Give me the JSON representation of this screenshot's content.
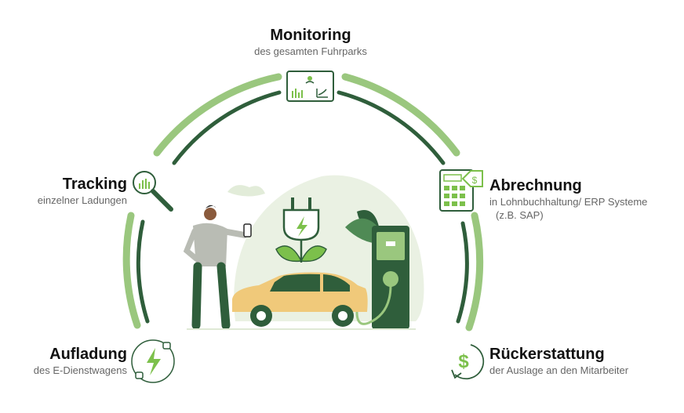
{
  "colors": {
    "arc_light": "#9ac77e",
    "arc_dark": "#2f5e3b",
    "accent": "#7cc04b",
    "car": "#f0c97a",
    "dark_green": "#2c5c3a"
  },
  "nodes": {
    "monitoring": {
      "title": "Monitoring",
      "subtitle": "des gesamten Fuhrparks",
      "icon": "monitor-chart-icon"
    },
    "tracking": {
      "title": "Tracking",
      "subtitle": "einzelner Ladungen",
      "icon": "magnifier-chart-icon"
    },
    "abrechnung": {
      "title": "Abrechnung",
      "subtitle_line1": "in Lohnbuchhaltung/ ERP Systeme",
      "subtitle_line2": "(z.B. SAP)",
      "icon": "calculator-tag-icon"
    },
    "aufladung": {
      "title": "Aufladung",
      "subtitle": "des E-Dienstwagens",
      "icon": "lightning-plug-icon"
    },
    "rueckerstattung": {
      "title": "Rückerstattung",
      "subtitle": "der Auslage an den Mitarbeiter",
      "icon": "dollar-cycle-icon"
    }
  },
  "illustration": {
    "name": "person-charging-electric-car"
  }
}
